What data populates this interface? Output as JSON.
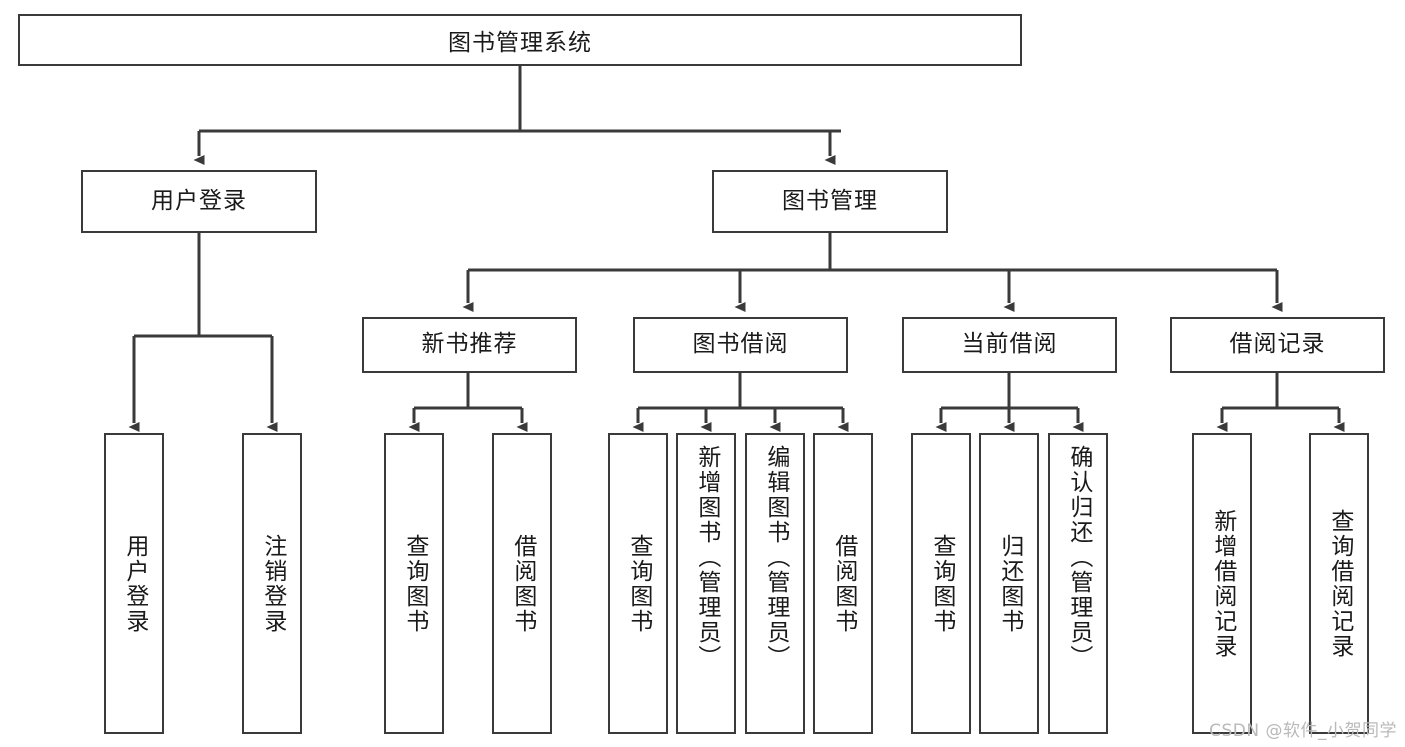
{
  "diagram": {
    "title": "图书管理系统",
    "type": "tree-hierarchy-chart",
    "colors": {
      "box_border": "#3a3a3a",
      "box_fill": "#ffffff",
      "edge": "#3a3a3a",
      "text": "#1a1a1a",
      "background": "#ffffff",
      "watermark": "#b9b9b9"
    },
    "root": {
      "label": "图书管理系统"
    },
    "level2": [
      {
        "label": "用户登录"
      },
      {
        "label": "图书管理"
      }
    ],
    "level3": [
      {
        "label": "新书推荐"
      },
      {
        "label": "图书借阅"
      },
      {
        "label": "当前借阅"
      },
      {
        "label": "借阅记录"
      }
    ],
    "leaves": {
      "user_login": [
        {
          "label": "用户登录"
        },
        {
          "label": "注销登录"
        }
      ],
      "new_book_recommend": [
        {
          "label": "查询图书"
        },
        {
          "label": "借阅图书"
        }
      ],
      "book_borrow": [
        {
          "label": "查询图书"
        },
        {
          "label": "新增图书（管理员）"
        },
        {
          "label": "编辑图书（管理员）"
        },
        {
          "label": "借阅图书"
        }
      ],
      "current_borrow": [
        {
          "label": "查询图书"
        },
        {
          "label": "归还图书"
        },
        {
          "label": "确认归还（管理员）"
        }
      ],
      "borrow_record": [
        {
          "label": "新增借阅记录"
        },
        {
          "label": "查询借阅记录"
        }
      ]
    },
    "watermark": "CSDN @软件_小贺同学"
  }
}
